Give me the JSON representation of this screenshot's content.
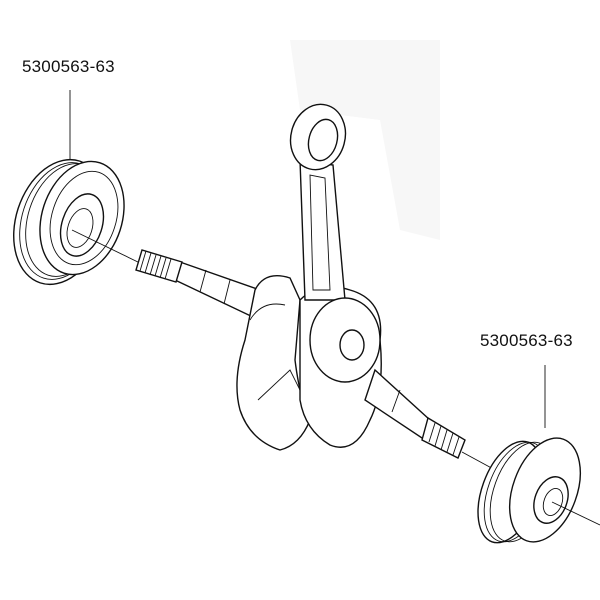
{
  "diagram": {
    "title": "Crankshaft assembly exploded view",
    "callouts": [
      {
        "part_number": "5300563-63",
        "part": "bearing-left"
      },
      {
        "part_number": "5300563-63",
        "part": "bearing-right"
      }
    ]
  }
}
